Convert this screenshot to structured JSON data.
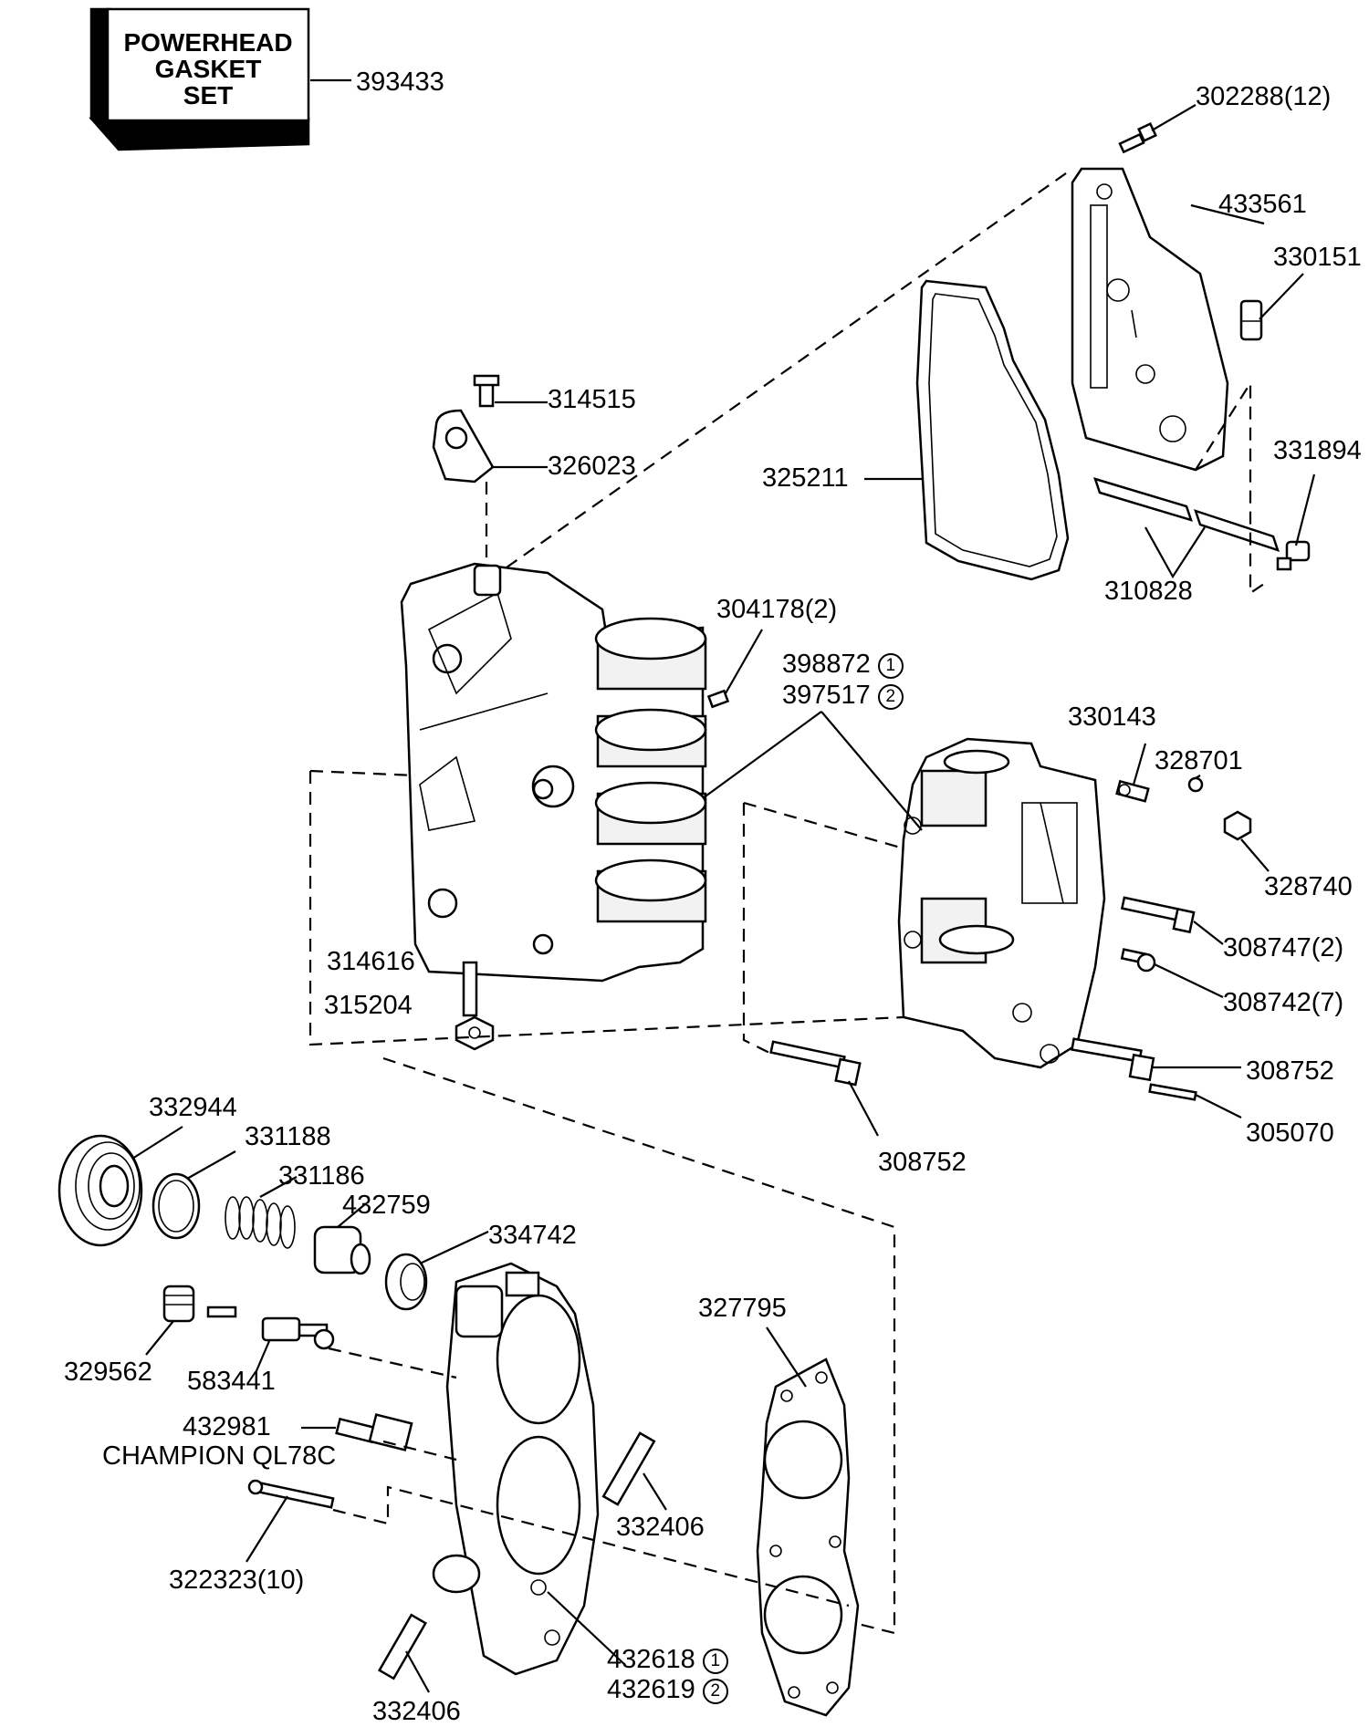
{
  "gasket_set": {
    "line1": "POWERHEAD",
    "line2": "GASKET",
    "line3": "SET",
    "part_no": "393433"
  },
  "labels": {
    "p302288": "302288(12)",
    "p433561": "433561",
    "p330151": "330151",
    "p314515": "314515",
    "p326023": "326023",
    "p325211": "325211",
    "p331894": "331894",
    "p310828": "310828",
    "p304178": "304178(2)",
    "p398872": "398872",
    "p397517": "397517",
    "p330143": "330143",
    "p328701": "328701",
    "p328740": "328740",
    "p308747": "308747(2)",
    "p308742": "308742(7)",
    "p314616": "314616",
    "p315204": "315204",
    "p308752a": "308752",
    "p305070": "305070",
    "p308752b": "308752",
    "p332944": "332944",
    "p331188": "331188",
    "p331186": "331186",
    "p432759": "432759",
    "p334742": "334742",
    "p327795": "327795",
    "p329562": "329562",
    "p583441": "583441",
    "p432981": "432981",
    "p_champion": "CHAMPION QL78C",
    "p332406a": "332406",
    "p322323": "322323(10)",
    "p432618": "432618",
    "p432619": "432619",
    "p332406b": "332406"
  },
  "markers": {
    "one": "1",
    "two": "2"
  }
}
